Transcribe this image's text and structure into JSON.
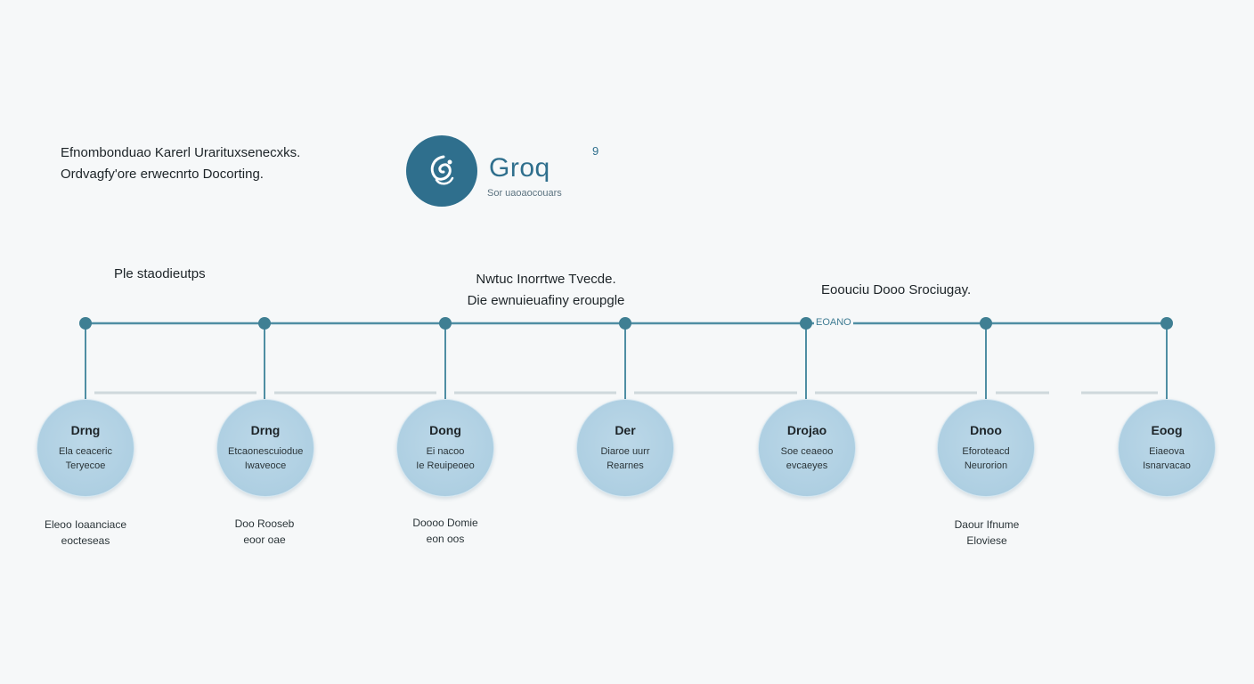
{
  "intro": {
    "line1": "Efnombonduao Karerl Urarituxsenecxks.",
    "line2": "Ordvagfy'ore erwecnrto Docorting."
  },
  "brand": {
    "name": "Groq",
    "subtitle": "Sor uaoaocouars",
    "mark": "9",
    "accent_color": "#2f6f8d",
    "icon": "leaf-swirl-icon"
  },
  "group_labels": [
    {
      "lines": [
        "Ple staodieutps"
      ]
    },
    {
      "lines": [
        "Nwtuc Inorrtwe Tvecde.",
        "Die ewnuieuafiny eroupgle"
      ]
    },
    {
      "lines": [
        "Eoouciu Dooo Srociugay."
      ]
    }
  ],
  "inline_tag": "EOANO",
  "nodes": [
    {
      "title": "Drng",
      "desc": [
        "Ela ceaceric",
        "Teryecoe"
      ],
      "caption": [
        "Eleoo Ioaanciace",
        "eocteseas"
      ]
    },
    {
      "title": "Drng",
      "desc": [
        "Etcaonescuiodue",
        "Iwaveoce"
      ],
      "caption": [
        "Doo Rooseb",
        "eoor oae"
      ]
    },
    {
      "title": "Dong",
      "desc": [
        "Ei nacoo",
        "Ie Reuipeoeo"
      ],
      "caption": [
        "Doooo Domie",
        "eon oos"
      ]
    },
    {
      "title": "Der",
      "desc": [
        "Diaroe uurr",
        "Rearnes"
      ],
      "caption": []
    },
    {
      "title": "Drojao",
      "desc": [
        "Soe ceaeoo",
        "evcaeyes"
      ],
      "caption": []
    },
    {
      "title": "Dnoo",
      "desc": [
        "Eforoteacd",
        "Neurorion"
      ],
      "caption": [
        "Daour Ifnume",
        "Eloviese"
      ]
    },
    {
      "title": "Eoog",
      "desc": [
        "Eiaeova",
        "Isnarvacao"
      ],
      "caption": []
    }
  ],
  "colors": {
    "line": "#4f8ea3",
    "dot": "#3f7f93",
    "node_fill": "#aecfe2",
    "underline": "#cfd8dc"
  }
}
